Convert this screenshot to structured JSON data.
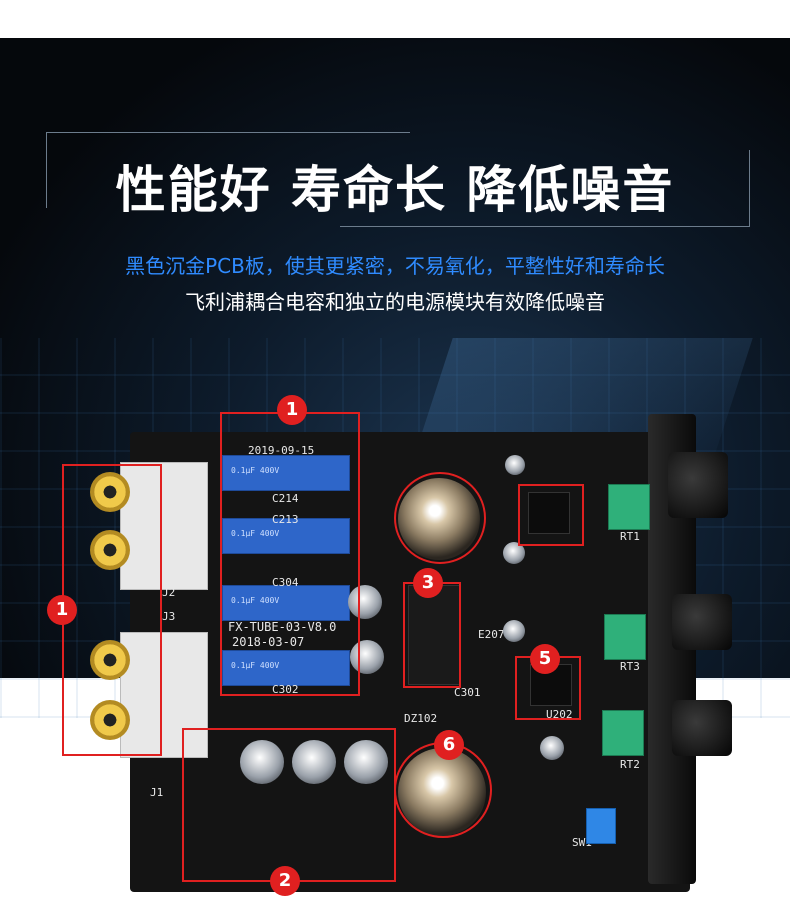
{
  "header": {
    "title": "性能好  寿命长  降低噪音",
    "subtitle_1": "黑色沉金PCB板，使其更紧密，不易氧化，平整性好和寿命长",
    "subtitle_2": "飞利浦耦合电容和独立的电源模块有效降低噪音"
  },
  "board": {
    "date_top": "2019-09-15",
    "model": "FX-TUBE-03-V8.0",
    "date_bottom": "2018-03-07",
    "labels": {
      "c214": "C214",
      "c213": "C213",
      "c304": "C304",
      "c302": "C302",
      "j2": "J2",
      "j3": "J3",
      "j1": "J1",
      "rt1": "RT1",
      "rt2": "RT2",
      "rt3": "RT3",
      "sw1": "SW1",
      "u202": "U202",
      "dz102": "DZ102",
      "c301": "C301",
      "e207": "E207"
    }
  },
  "callouts": [
    {
      "num": "1"
    },
    {
      "num": "1"
    },
    {
      "num": "2"
    },
    {
      "num": "3"
    },
    {
      "num": "5"
    },
    {
      "num": "6"
    }
  ],
  "colors": {
    "accent_blue": "#2f8bff",
    "callout_red": "#e02020",
    "cap_blue": "#2e66c9",
    "trimmer_green": "#2fb07a"
  }
}
